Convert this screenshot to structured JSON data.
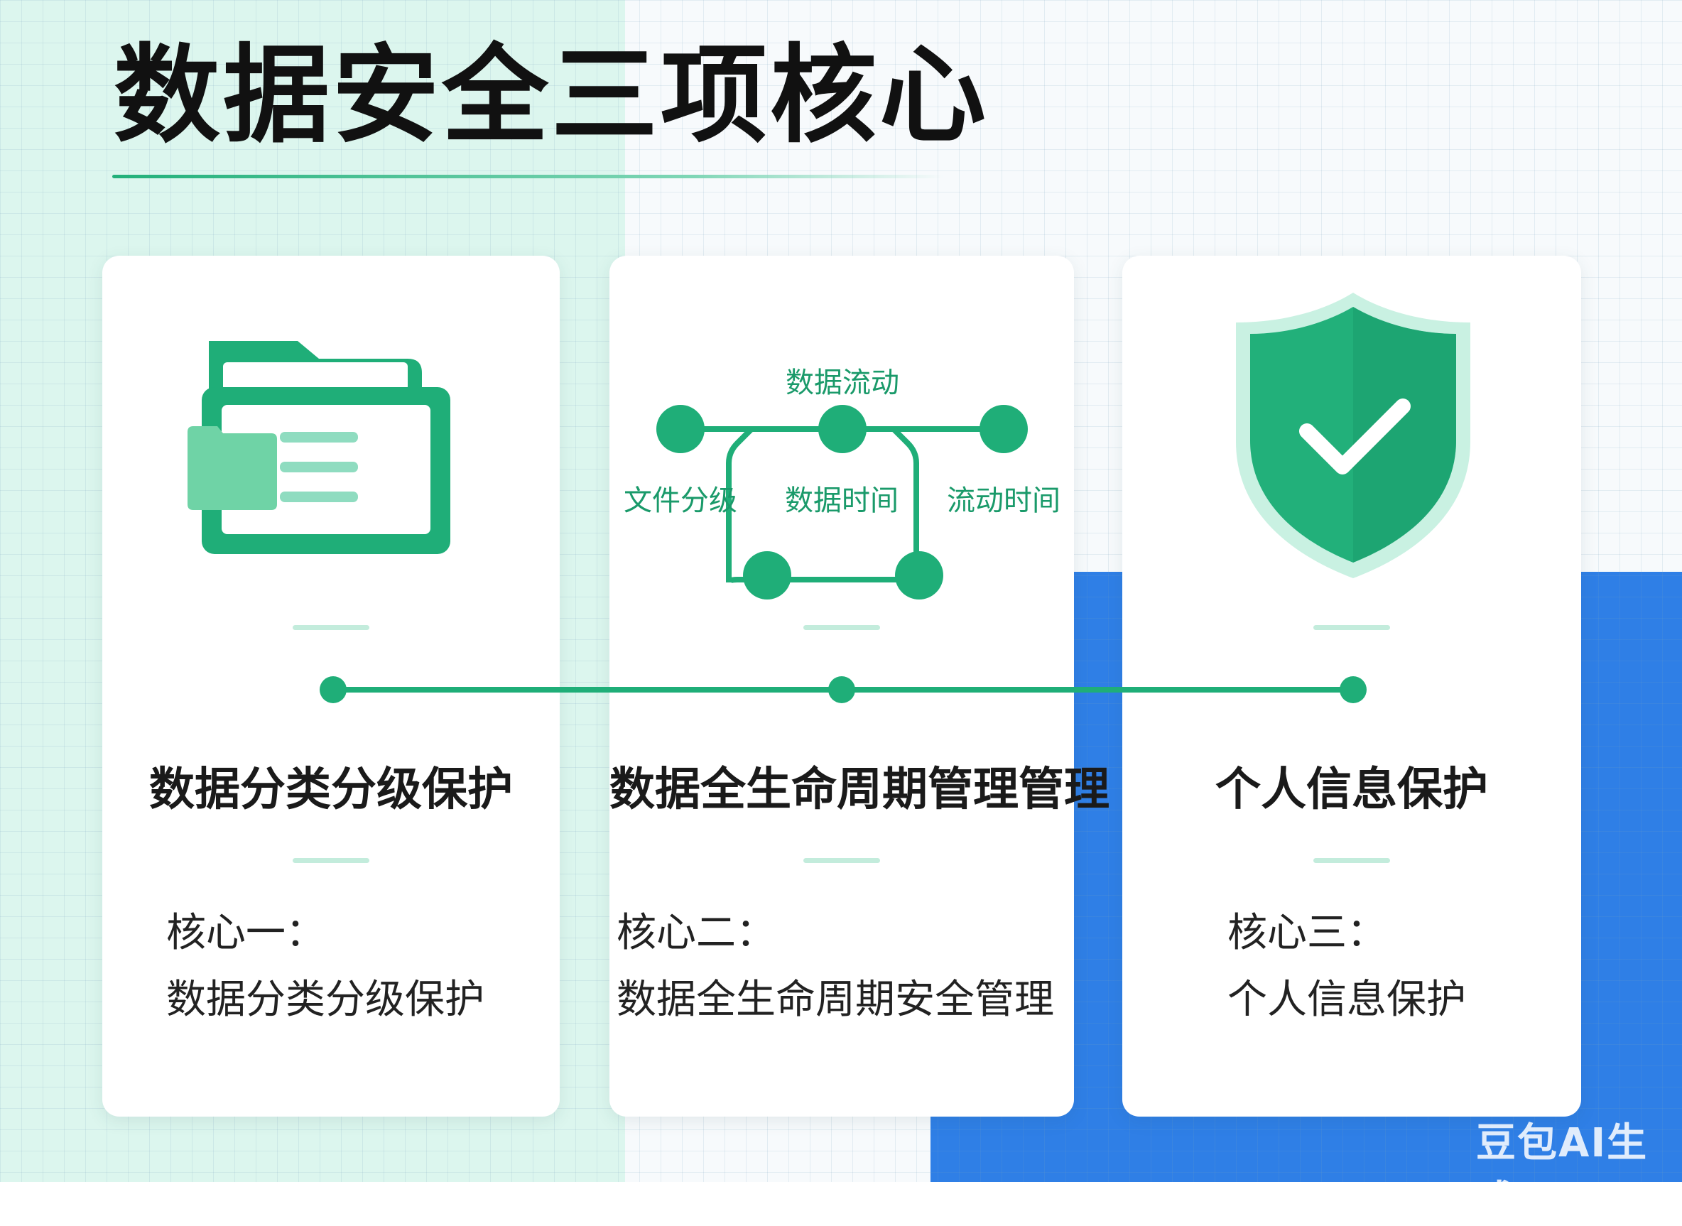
{
  "title": "数据安全三项核心",
  "cards": [
    {
      "heading": "数据分类分级保护",
      "label": "核心一：",
      "desc": "数据分类分级保护",
      "icon": "folder-icon"
    },
    {
      "heading": "数据全生命周期管理管理",
      "label": "核心二：",
      "desc": "数据全生命周期安全管理",
      "icon": "data-flow-diagram",
      "flow_labels": {
        "top": "数据流动",
        "left": "文件分级",
        "middle": "数据时间",
        "right": "流动时间"
      }
    },
    {
      "heading": "个人信息保护",
      "label": "核心三：",
      "desc": "个人信息保护",
      "icon": "shield-check-icon"
    }
  ],
  "watermark": "豆包AI生成",
  "colors": {
    "accent_green": "#1fae78",
    "light_green": "#7fd6b6",
    "mint_background": "#dcf6ee",
    "blue_background": "#2f7fe6"
  }
}
